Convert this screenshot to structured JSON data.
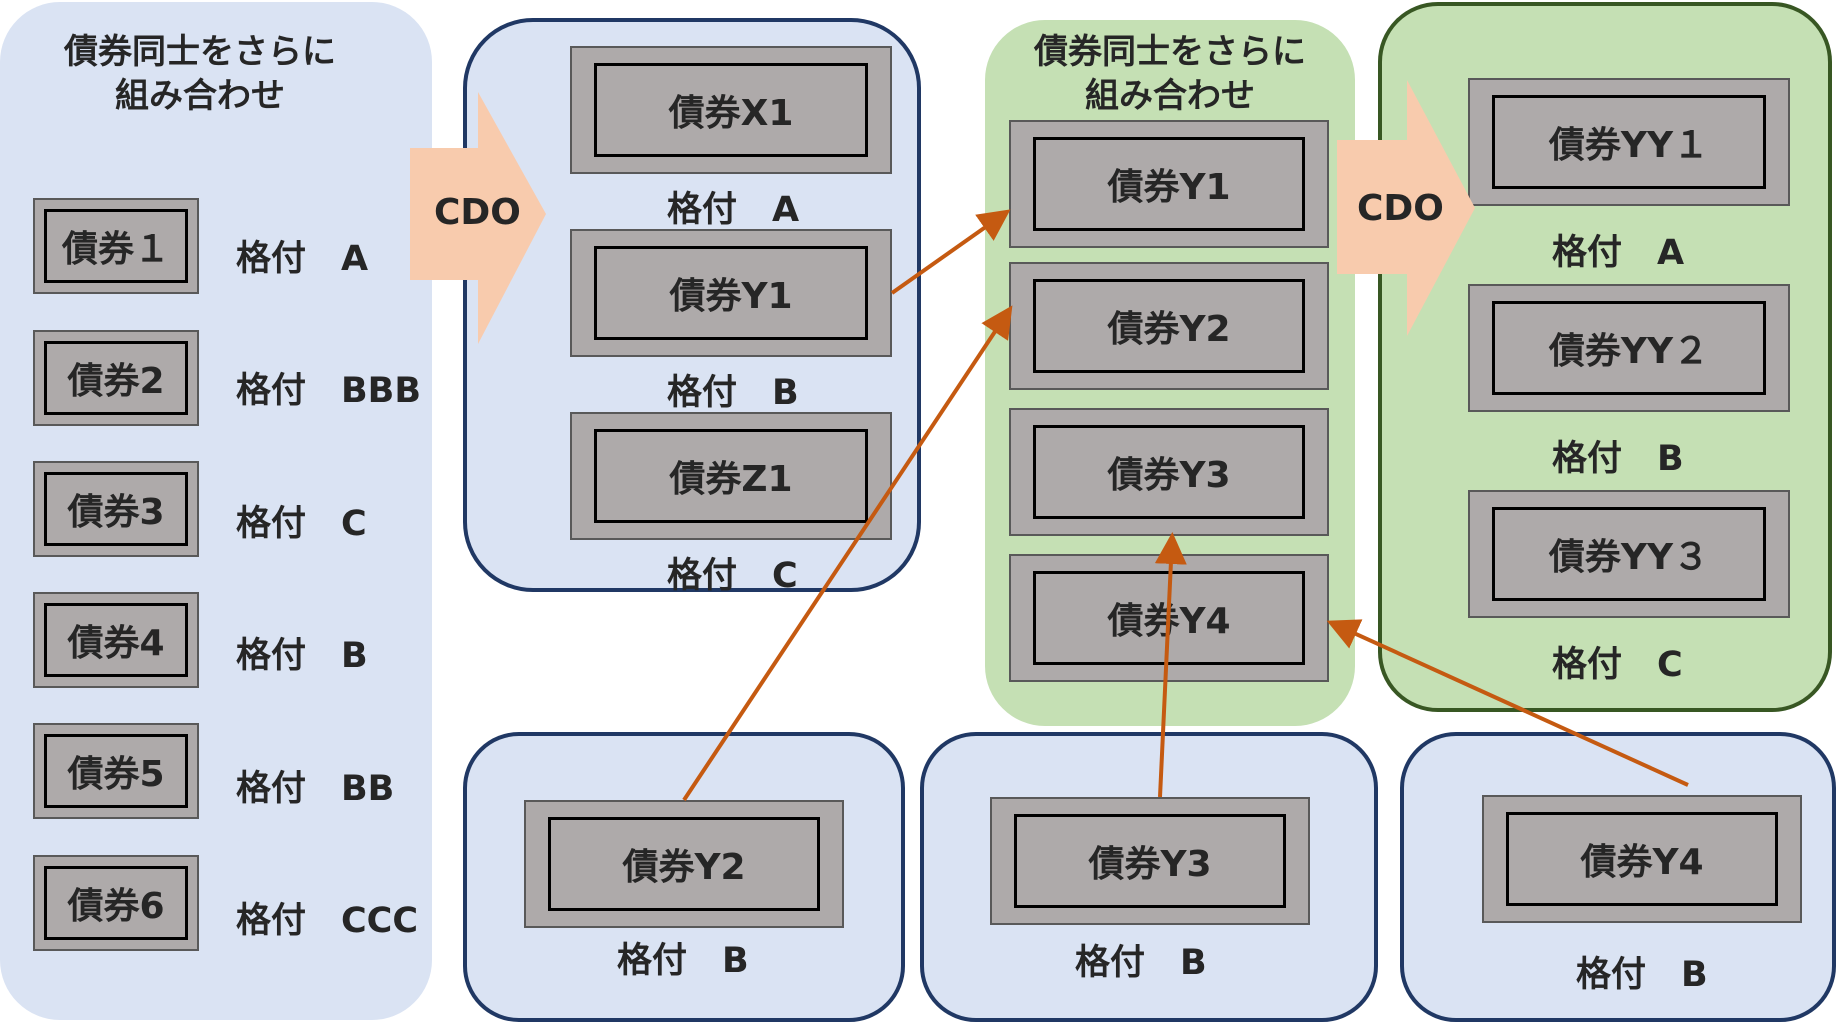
{
  "left_panel": {
    "title_line1": "債券同士をさらに",
    "title_line2": "組み合わせ",
    "bonds": [
      {
        "label": "債券１",
        "rating": "格付　A"
      },
      {
        "label": "債券2",
        "rating": "格付　BBB"
      },
      {
        "label": "債券3",
        "rating": "格付　C"
      },
      {
        "label": "債券4",
        "rating": "格付　B"
      },
      {
        "label": "債券5",
        "rating": "格付　BB"
      },
      {
        "label": "債券6",
        "rating": "格付　CCC"
      }
    ]
  },
  "cdo1": {
    "arrow_label": "CDO",
    "bonds": [
      {
        "label": "債券X1",
        "rating": "格付　A"
      },
      {
        "label": "債券Y1",
        "rating": "格付　B"
      },
      {
        "label": "債券Z1",
        "rating": "格付　C"
      }
    ]
  },
  "middle_panel": {
    "title_line1": "債券同士をさらに",
    "title_line2": "組み合わせ",
    "bonds": [
      {
        "label": "債券Y1"
      },
      {
        "label": "債券Y2"
      },
      {
        "label": "債券Y3"
      },
      {
        "label": "債券Y4"
      }
    ]
  },
  "cdo2": {
    "arrow_label": "CDO",
    "bonds": [
      {
        "label": "債券YY１",
        "rating": "格付　A"
      },
      {
        "label": "債券YY２",
        "rating": "格付　B"
      },
      {
        "label": "債券YY３",
        "rating": "格付　C"
      }
    ]
  },
  "bottom_panels": [
    {
      "label": "債券Y2",
      "rating": "格付　B"
    },
    {
      "label": "債券Y3",
      "rating": "格付　B"
    },
    {
      "label": "債券Y4",
      "rating": "格付　B"
    }
  ],
  "colors": {
    "panel_blue": "#dae3f3",
    "panel_green": "#c5e0b4",
    "border_navy": "#203864",
    "border_green": "#385723",
    "bond_fill": "#aeaaaa",
    "cdo_arrow": "#f8cbad",
    "link_arrow": "#c55a11"
  }
}
